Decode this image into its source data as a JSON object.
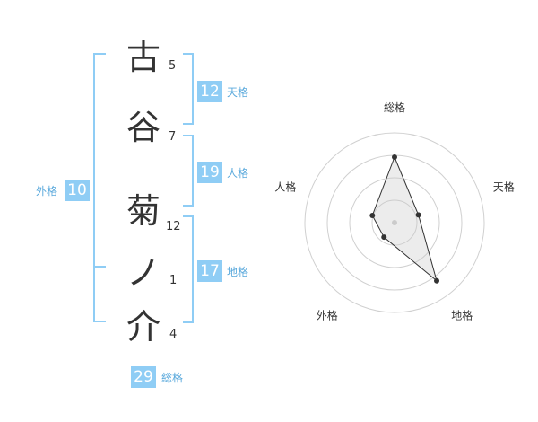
{
  "name": {
    "chars": [
      {
        "char": "古",
        "strokes": "5"
      },
      {
        "char": "谷",
        "strokes": "7"
      },
      {
        "char": "菊",
        "strokes": "12"
      },
      {
        "char": "ノ",
        "strokes": "1"
      },
      {
        "char": "介",
        "strokes": "4"
      }
    ]
  },
  "fortune": {
    "tenkaku": {
      "value": "12",
      "label": "天格"
    },
    "jinkaku": {
      "value": "19",
      "label": "人格"
    },
    "chikaku": {
      "value": "17",
      "label": "地格"
    },
    "gaikaku": {
      "value": "10",
      "label": "外格"
    },
    "soukaku": {
      "value": "29",
      "label": "総格"
    }
  },
  "colors": {
    "accent": "#8fcdf5",
    "label_blue": "#5aa9dc",
    "text": "#333333"
  },
  "chart_data": {
    "type": "radar",
    "axes": [
      "総格",
      "天格",
      "地格",
      "外格",
      "人格"
    ],
    "values": [
      0.73,
      0.28,
      0.8,
      0.2,
      0.26
    ],
    "max": 1,
    "rings": 4
  }
}
